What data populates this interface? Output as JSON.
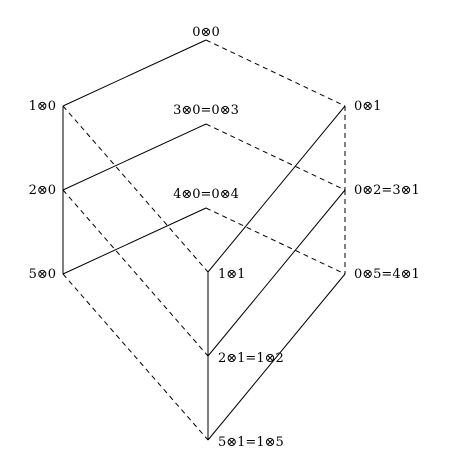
{
  "nodes": [
    {
      "id": "n00",
      "label": "0⊗0"
    },
    {
      "id": "n10",
      "label": "1⊗0"
    },
    {
      "id": "n01",
      "label": "0⊗1"
    },
    {
      "id": "n30",
      "label": "3⊗0=0⊗3"
    },
    {
      "id": "n20",
      "label": "2⊗0"
    },
    {
      "id": "n02",
      "label": "0⊗2=3⊗1"
    },
    {
      "id": "n40",
      "label": "4⊗0=0⊗4"
    },
    {
      "id": "n50",
      "label": "5⊗0"
    },
    {
      "id": "n05",
      "label": "0⊗5=4⊗1"
    },
    {
      "id": "n11",
      "label": "1⊗1"
    },
    {
      "id": "n21",
      "label": "2⊗1=1⊗2"
    },
    {
      "id": "n51",
      "label": "5⊗1=1⊗5"
    }
  ],
  "edges": [
    {
      "from": "n00",
      "to": "n10",
      "style": "solid"
    },
    {
      "from": "n00",
      "to": "n01",
      "style": "dashed"
    },
    {
      "from": "n10",
      "to": "n20",
      "style": "solid"
    },
    {
      "from": "n20",
      "to": "n50",
      "style": "solid"
    },
    {
      "from": "n20",
      "to": "n30",
      "style": "solid"
    },
    {
      "from": "n50",
      "to": "n40",
      "style": "solid"
    },
    {
      "from": "n10",
      "to": "n11",
      "style": "dashed"
    },
    {
      "from": "n20",
      "to": "n21",
      "style": "dashed"
    },
    {
      "from": "n50",
      "to": "n51",
      "style": "dashed"
    },
    {
      "from": "n30",
      "to": "n02",
      "style": "dashed"
    },
    {
      "from": "n40",
      "to": "n05",
      "style": "dashed"
    },
    {
      "from": "n01",
      "to": "n02",
      "style": "dashed"
    },
    {
      "from": "n02",
      "to": "n05",
      "style": "dashed"
    },
    {
      "from": "n01",
      "to": "n11",
      "style": "solid"
    },
    {
      "from": "n02",
      "to": "n21",
      "style": "solid"
    },
    {
      "from": "n05",
      "to": "n51",
      "style": "solid"
    },
    {
      "from": "n11",
      "to": "n21",
      "style": "solid"
    },
    {
      "from": "n21",
      "to": "n51",
      "style": "solid"
    }
  ]
}
